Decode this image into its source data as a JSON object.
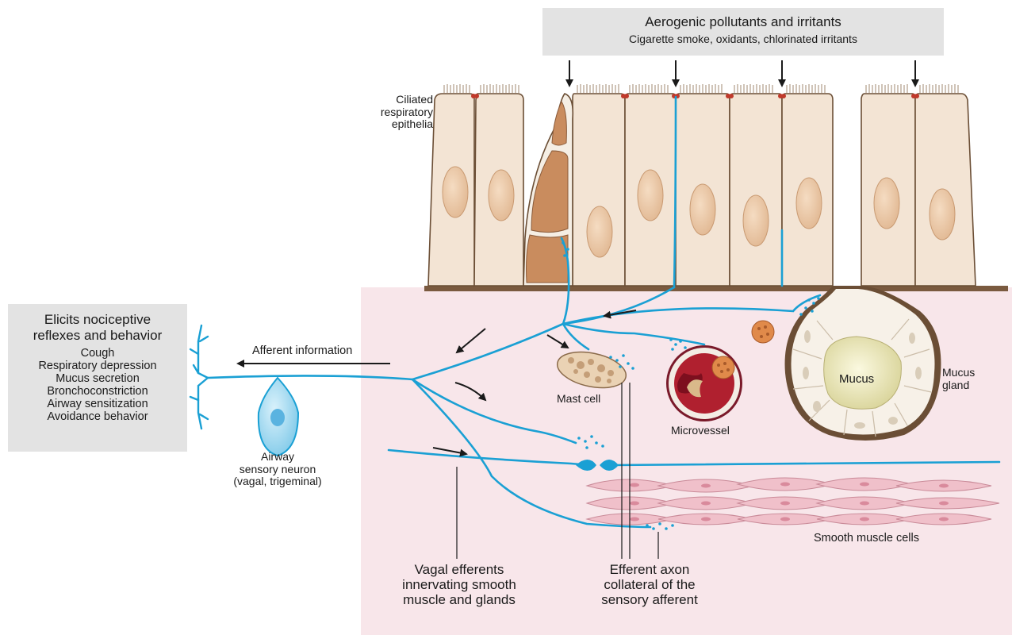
{
  "pollutants": {
    "title": "Aerogenic pollutants and irritants",
    "subtitle": "Cigarette smoke, oxidants, chlorinated irritants"
  },
  "nociceptive": {
    "title_line1": "Elicits nociceptive",
    "title_line2": "reflexes and behavior",
    "items": [
      "Cough",
      "Respiratory depression",
      "Mucus secretion",
      "Bronchoconstriction",
      "Airway sensitization",
      "Avoidance behavior"
    ]
  },
  "labels": {
    "ciliated": [
      "Ciliated",
      "respiratory",
      "epithelia"
    ],
    "afferent_info": "Afferent information",
    "neuron": [
      "Airway",
      "sensory neuron",
      "(vagal, trigeminal)"
    ],
    "mast_cell": "Mast cell",
    "microvessel": "Microvessel",
    "mucus": "Mucus",
    "mucus_gland": [
      "Mucus",
      "gland"
    ],
    "smooth_muscle": "Smooth muscle cells",
    "vagal_efferents": [
      "Vagal efferents",
      "innervating smooth",
      "muscle and glands"
    ],
    "efferent_axon": [
      "Efferent axon",
      "collateral of the",
      "sensory afferent"
    ]
  },
  "colors": {
    "nerve": "#1aa0d4",
    "tissue": "#f8e6ea",
    "cell_fill": "#f3e4d4",
    "cell_border": "#6b4e35",
    "nucleus": "#ecc9a7",
    "goblet": "#c98c5e",
    "muscle": "#f0c0ca",
    "label_box": "#e3e3e3"
  }
}
